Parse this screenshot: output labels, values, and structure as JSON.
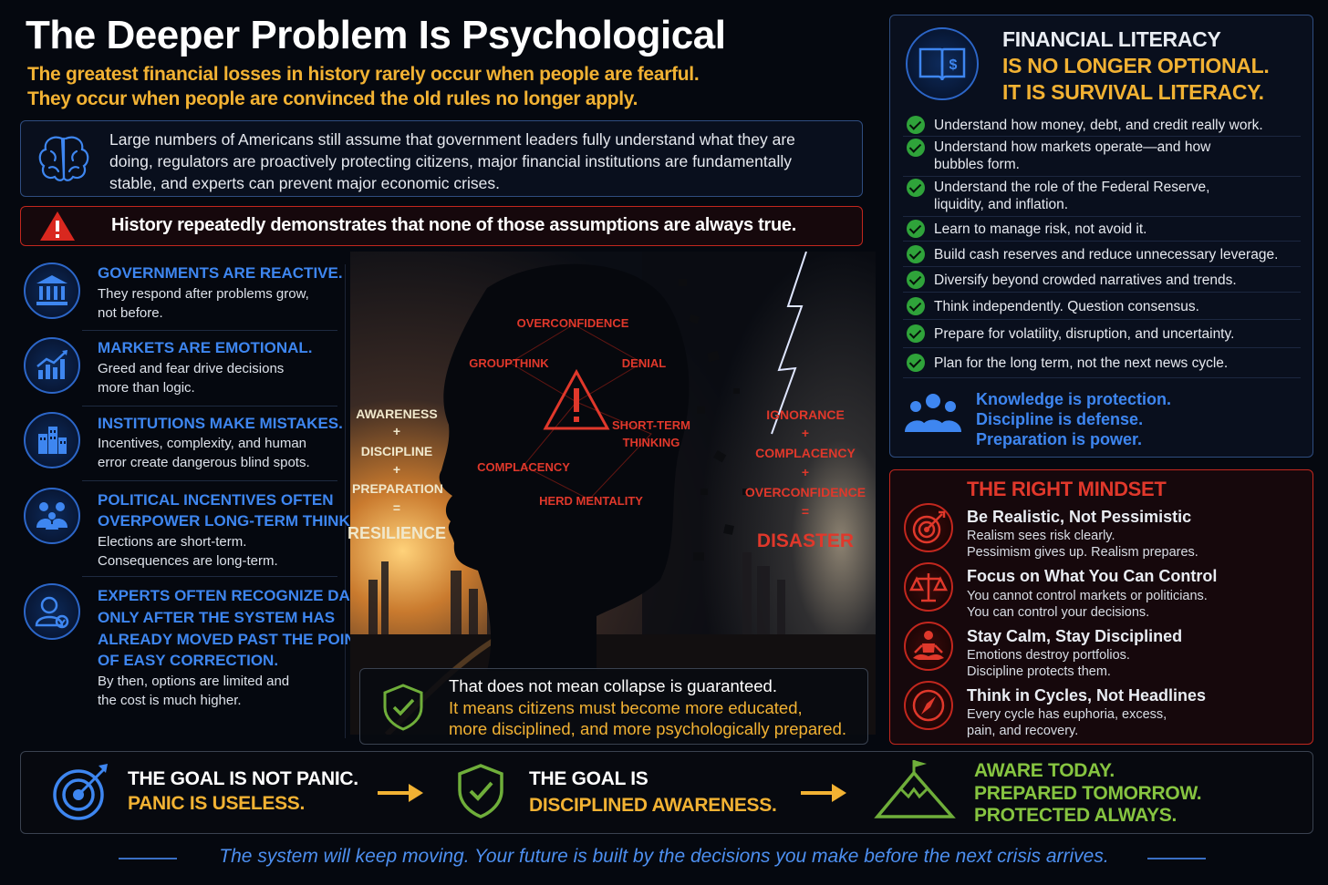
{
  "header": {
    "title": "The Deeper Problem Is Psychological",
    "subtitle_line1": "The greatest financial losses in history rarely occur when people are fearful.",
    "subtitle_line2": "They occur when people are convinced the old rules no longer apply."
  },
  "assumptions": {
    "icon": "brain-icon",
    "text": "Large numbers of Americans still assume that government leaders fully understand what they are doing, regulators are proactively protecting citizens, major financial institutions are fundamentally stable, and experts can prevent major economic crises."
  },
  "history": {
    "icon": "warning-icon",
    "text": "History repeatedly demonstrates that none of those assumptions are always true."
  },
  "truths": [
    {
      "icon": "government-building-icon",
      "heading_lines": [
        "GOVERNMENTS ARE REACTIVE."
      ],
      "body_lines": [
        "They respond after problems grow,",
        "not before."
      ]
    },
    {
      "icon": "chart-up-icon",
      "heading_lines": [
        "MARKETS ARE EMOTIONAL."
      ],
      "body_lines": [
        "Greed and fear drive decisions",
        "more than logic."
      ]
    },
    {
      "icon": "buildings-icon",
      "heading_lines": [
        "INSTITUTIONS MAKE MISTAKES."
      ],
      "body_lines": [
        "Incentives, complexity, and human",
        "error create dangerous blind spots."
      ]
    },
    {
      "icon": "family-icon",
      "heading_lines": [
        "POLITICAL INCENTIVES OFTEN",
        "OVERPOWER LONG-TERM THINKING."
      ],
      "body_lines": [
        "Elections are short-term.",
        "Consequences are long-term."
      ]
    },
    {
      "icon": "expert-icon",
      "heading_lines": [
        "EXPERTS OFTEN RECOGNIZE DANGER",
        "ONLY AFTER THE SYSTEM HAS",
        "ALREADY MOVED PAST THE POINT",
        "OF EASY CORRECTION."
      ],
      "body_lines": [
        "By then, options are limited and",
        "the cost is much higher."
      ]
    }
  ],
  "illustration": {
    "biases": [
      "OVERCONFIDENCE",
      "GROUPTHINK",
      "DENIAL",
      "SHORT-TERM",
      "THINKING",
      "COMPLACENCY",
      "HERD MENTALITY"
    ],
    "resilience_formula": [
      "AWARENESS",
      "+",
      "DISCIPLINE",
      "+",
      "PREPARATION",
      "=",
      "RESILIENCE"
    ],
    "disaster_formula": [
      "IGNORANCE",
      "+",
      "COMPLACENCY",
      "+",
      "OVERCONFIDENCE",
      "=",
      "DISASTER"
    ]
  },
  "message": {
    "line1": "That does not mean collapse is guaranteed.",
    "line2": "It means citizens must become more educated,",
    "line3": "more disciplined, and more psychologically prepared."
  },
  "financial_literacy": {
    "icon": "book-dollar-icon",
    "title_line1": "FINANCIAL LITERACY",
    "title_line2": "IS NO LONGER OPTIONAL.",
    "title_line3": "IT IS SURVIVAL LITERACY.",
    "items": [
      [
        "Understand how money, debt, and credit really work."
      ],
      [
        "Understand how markets operate—and how",
        "bubbles form."
      ],
      [
        "Understand the role of the Federal Reserve,",
        "liquidity, and inflation."
      ],
      [
        "Learn to manage risk, not avoid it."
      ],
      [
        "Build cash reserves and reduce unnecessary leverage."
      ],
      [
        "Diversify beyond crowded narratives and trends."
      ],
      [
        "Think independently. Question consensus."
      ],
      [
        "Prepare for volatility, disruption, and uncertainty."
      ],
      [
        "Plan for the long term, not the next news cycle."
      ]
    ],
    "knowledge": [
      "Knowledge is protection.",
      "Discipline is defense.",
      "Preparation is power."
    ]
  },
  "mindset": {
    "title": "THE RIGHT MINDSET",
    "items": [
      {
        "icon": "target-icon",
        "heading": "Be Realistic, Not Pessimistic",
        "body_lines": [
          "Realism sees risk clearly.",
          "Pessimism gives up. Realism prepares."
        ]
      },
      {
        "icon": "scales-icon",
        "heading": "Focus on What You Can Control",
        "body_lines": [
          "You cannot control markets or politicians.",
          "You can control your decisions."
        ]
      },
      {
        "icon": "meditation-icon",
        "heading": "Stay Calm, Stay Disciplined",
        "body_lines": [
          "Emotions destroy portfolios.",
          "Discipline protects them."
        ]
      },
      {
        "icon": "compass-icon",
        "heading": "Think in Cycles, Not Headlines",
        "body_lines": [
          "Every cycle has euphoria, excess,",
          "pain, and recovery."
        ]
      }
    ]
  },
  "goals": {
    "step1_white": "THE GOAL IS NOT PANIC.",
    "step1_yellow": "PANIC IS USELESS.",
    "step2_white": "THE GOAL IS",
    "step2_yellow": "DISCIPLINED AWARENESS.",
    "step3_lines": [
      "AWARE TODAY.",
      "PREPARED TOMORROW.",
      "PROTECTED ALWAYS."
    ]
  },
  "footer": "The system will keep moving. Your future is built by the decisions you make before the next crisis arrives.",
  "colors": {
    "accent_blue": "#3e86f0",
    "accent_yellow": "#f2b233",
    "accent_red": "#e0382b",
    "accent_green": "#86c440",
    "check_green": "#2fa33a"
  }
}
